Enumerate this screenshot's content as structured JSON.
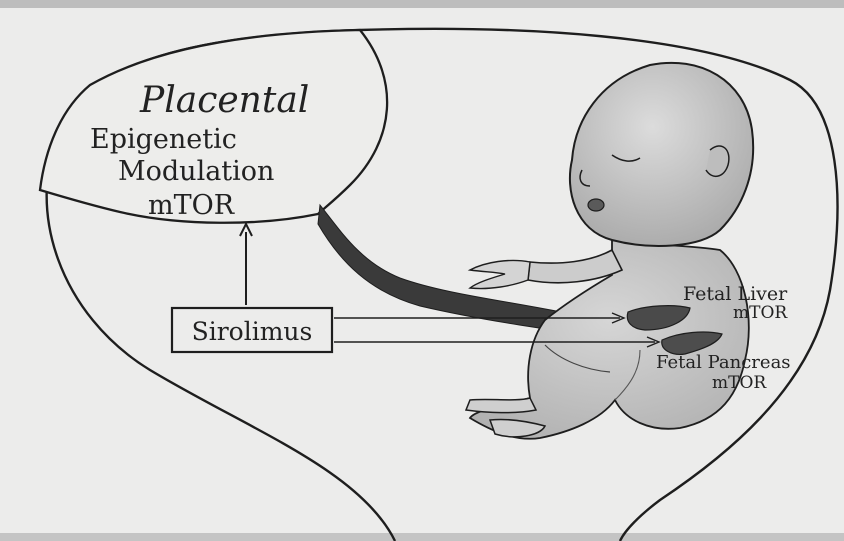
{
  "placenta": {
    "title": "Placental",
    "line1": "Epigenetic",
    "line2": "Modulation",
    "line3": "mTOR"
  },
  "drug": {
    "label": "Sirolimus"
  },
  "liver": {
    "label": "Fetal Liver",
    "sub": "mTOR"
  },
  "pancreas": {
    "label": "Fetal Pancreas",
    "sub": "mTOR"
  },
  "colors": {
    "paper": "#ececeb",
    "ink": "#1e1e1e",
    "cord": "#3a3a3a",
    "fetus": "#c9c9c9",
    "organ": "#4a4a4a"
  }
}
